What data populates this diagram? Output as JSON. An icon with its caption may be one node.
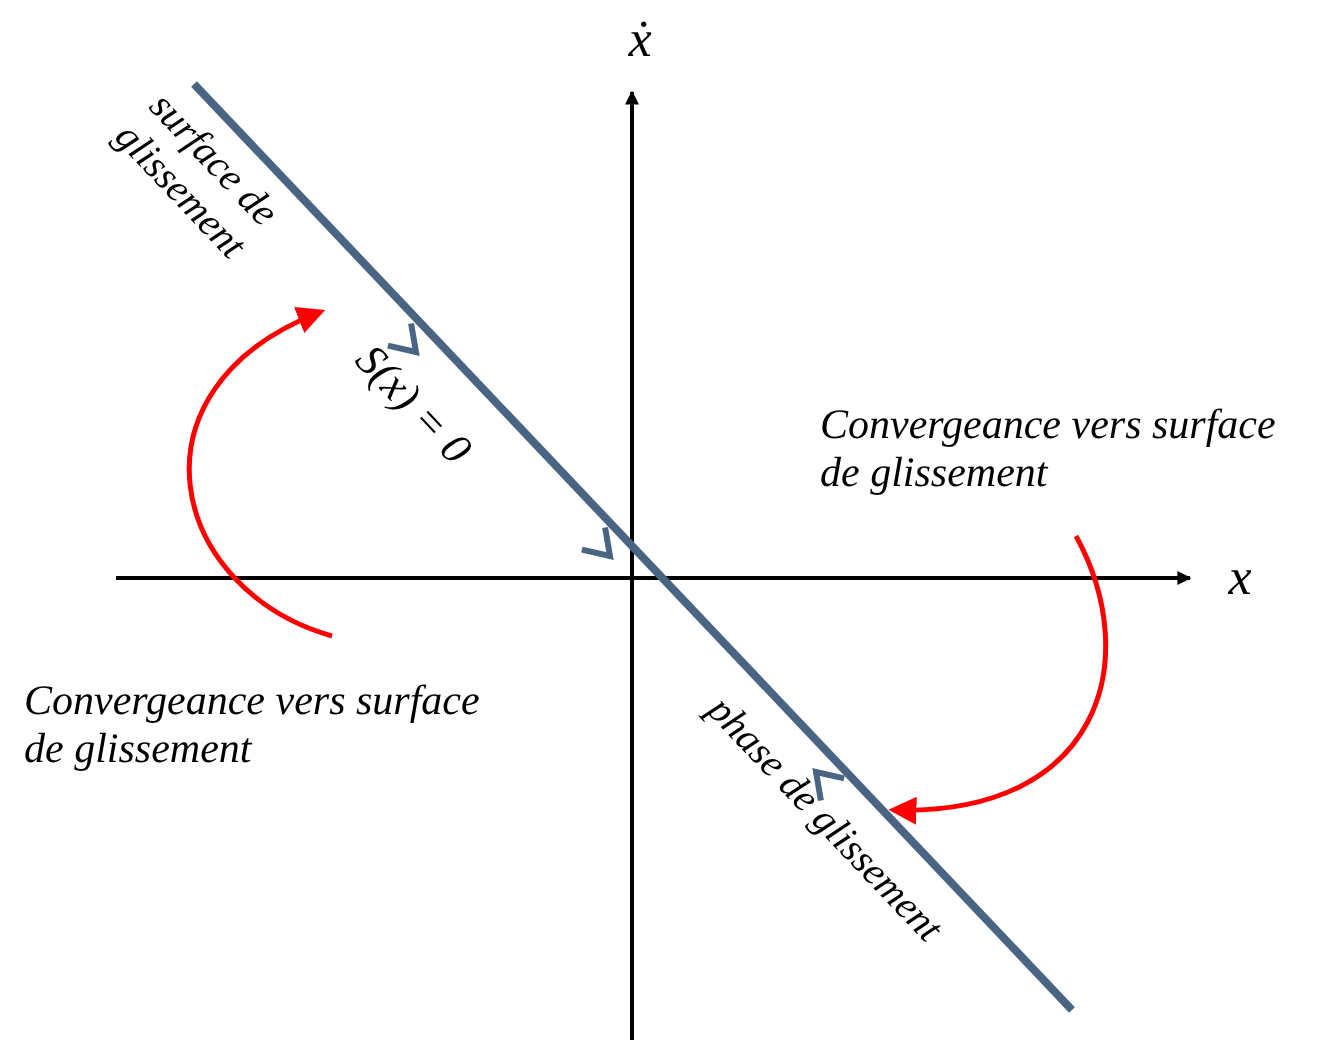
{
  "diagram": {
    "labels": [
      "ẋ",
      "surface de glissement",
      "S(x) = 0",
      "Convergeance vers surface de glissement",
      "x",
      "Convergeance vers surface de glissement",
      "phase de glissement"
    ]
  }
}
